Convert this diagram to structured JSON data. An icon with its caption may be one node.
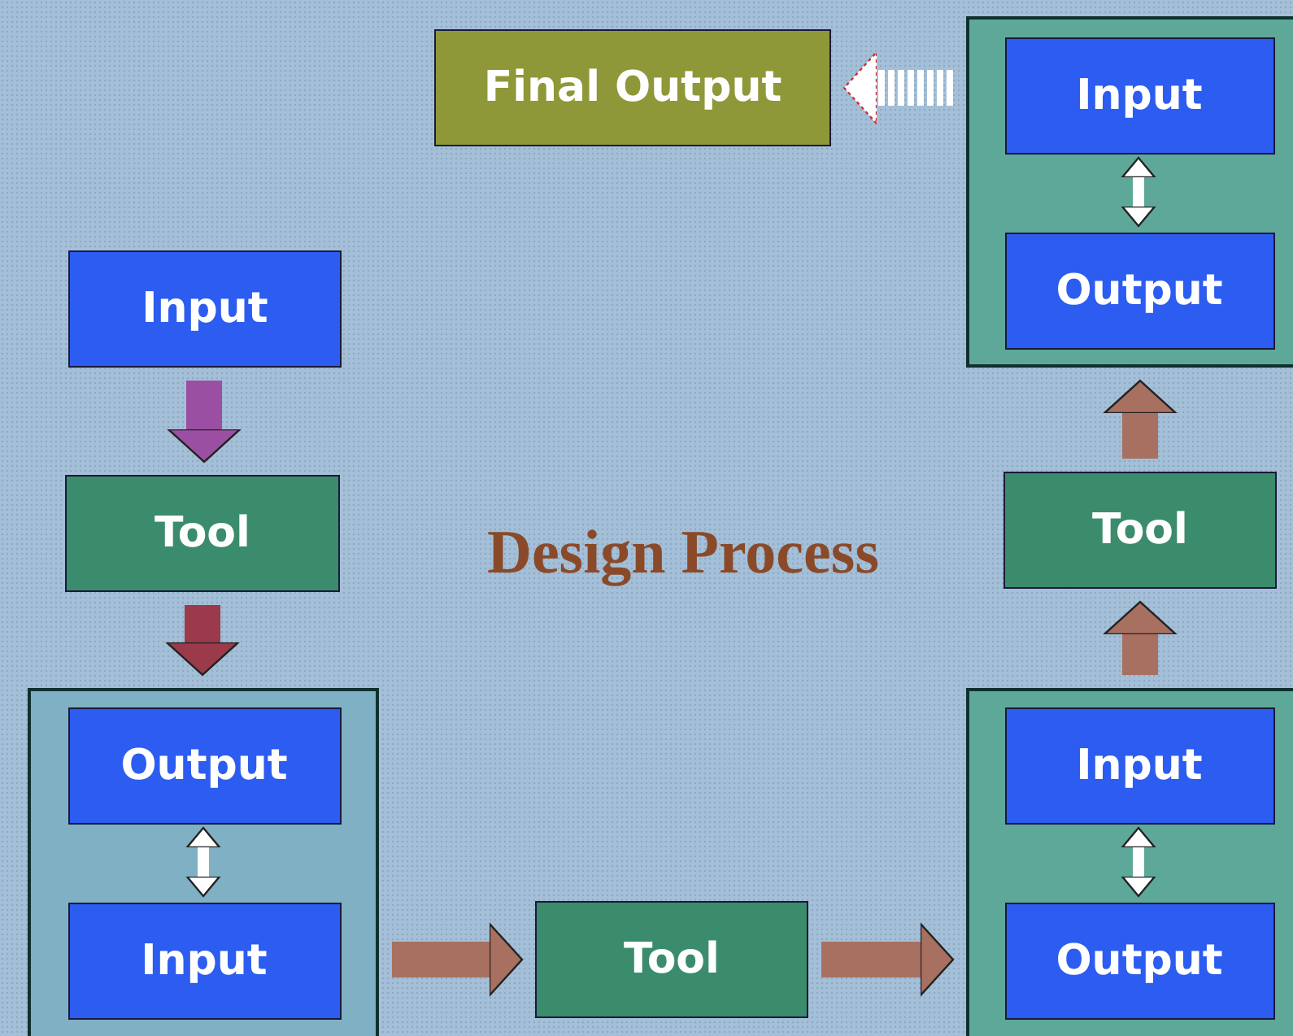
{
  "diagram": {
    "title": "Design Process",
    "nodes": [
      {
        "text": [
          "Final Output"
        ]
      },
      {
        "text": [],
        "shape": "box"
      },
      {
        "text": [
          "Input"
        ],
        "in": 1
      },
      {
        "text": [
          "Output"
        ],
        "in": 1
      },
      {
        "text": [
          "Input"
        ]
      },
      {
        "text": [
          "Tool"
        ]
      },
      {
        "text": [
          "Tool"
        ]
      },
      {
        "text": [],
        "shape": "box"
      },
      {
        "text": [
          "Output"
        ],
        "in": 7
      },
      {
        "text": [
          "Input"
        ],
        "in": 7
      },
      {
        "text": [
          "Tool"
        ]
      },
      {
        "text": [],
        "shape": "box"
      },
      {
        "text": [
          "Input"
        ],
        "in": 11
      },
      {
        "text": [
          "Output"
        ],
        "in": 11
      }
    ],
    "edges": [
      {
        "from": 4,
        "to": 5,
        "arrow": "to",
        "color": "#9b4fa3"
      },
      {
        "from": 5,
        "to": 7,
        "arrow": "to",
        "color": "#9b3a4a"
      },
      {
        "from": 8,
        "to": 9,
        "arrow": "both",
        "color": "#ffffff"
      },
      {
        "from": 7,
        "to": 10,
        "arrow": "to",
        "color": "#a87060"
      },
      {
        "from": 10,
        "to": 11,
        "arrow": "to",
        "color": "#a87060"
      },
      {
        "from": 12,
        "to": 13,
        "arrow": "both",
        "color": "#ffffff"
      },
      {
        "from": 11,
        "to": 6,
        "arrow": "to",
        "color": "#a87060"
      },
      {
        "from": 6,
        "to": 1,
        "arrow": "to",
        "color": "#a87060"
      },
      {
        "from": 2,
        "to": 3,
        "arrow": "both",
        "color": "#ffffff"
      },
      {
        "from": 1,
        "to": 0,
        "arrow": "to",
        "color": "#ffffff",
        "style": "dashed"
      }
    ]
  }
}
